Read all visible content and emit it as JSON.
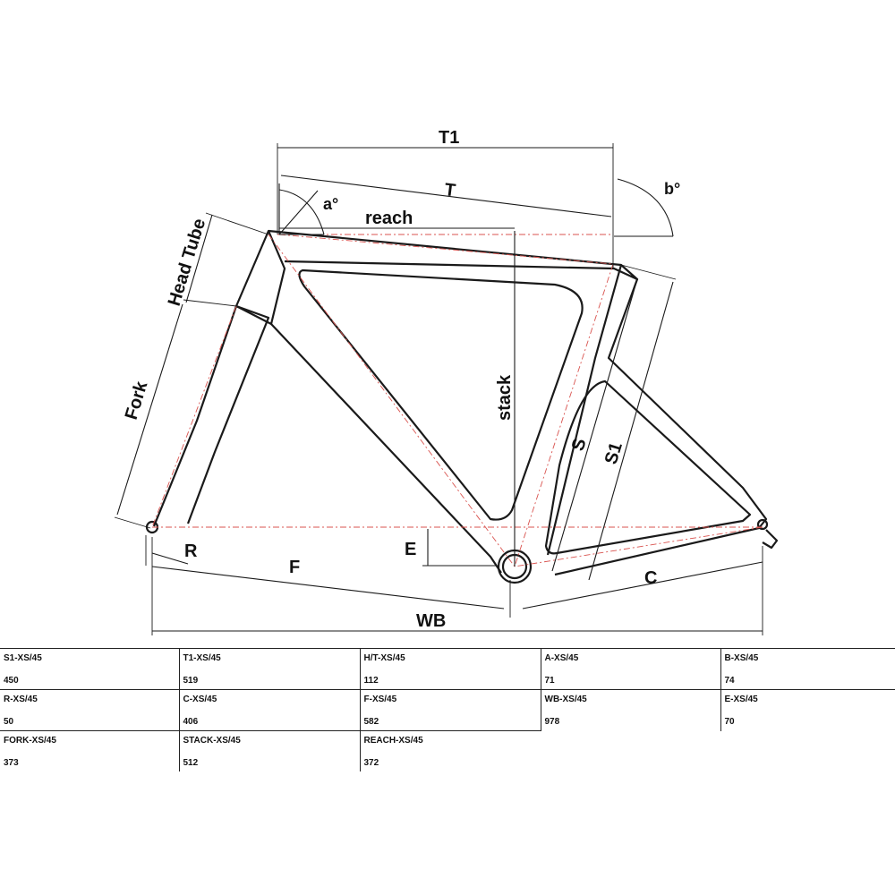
{
  "diagram": {
    "labels": {
      "T1": "T1",
      "T": "T",
      "reach": "reach",
      "a": "a°",
      "b": "b°",
      "head_tube": "Head Tube",
      "fork": "Fork",
      "stack": "stack",
      "S": "S",
      "S1": "S1",
      "R": "R",
      "F": "F",
      "E": "E",
      "C": "C",
      "WB": "WB"
    }
  },
  "table": {
    "rows": [
      [
        {
          "label": "S1-XS/45",
          "value": "450"
        },
        {
          "label": "T1-XS/45",
          "value": "519"
        },
        {
          "label": "H/T-XS/45",
          "value": "112"
        },
        {
          "label": "A-XS/45",
          "value": "71"
        },
        {
          "label": "B-XS/45",
          "value": "74"
        }
      ],
      [
        {
          "label": "R-XS/45",
          "value": "50"
        },
        {
          "label": "C-XS/45",
          "value": "406"
        },
        {
          "label": "F-XS/45",
          "value": "582"
        },
        {
          "label": "WB-XS/45",
          "value": "978"
        },
        {
          "label": "E-XS/45",
          "value": "70"
        }
      ],
      [
        {
          "label": "FORK-XS/45",
          "value": "373"
        },
        {
          "label": "STACK-XS/45",
          "value": "512"
        },
        {
          "label": "REACH-XS/45",
          "value": "372"
        }
      ]
    ]
  },
  "colors": {
    "line": "#1a1a1a",
    "centerline": "#d9534f",
    "background": "#ffffff"
  }
}
